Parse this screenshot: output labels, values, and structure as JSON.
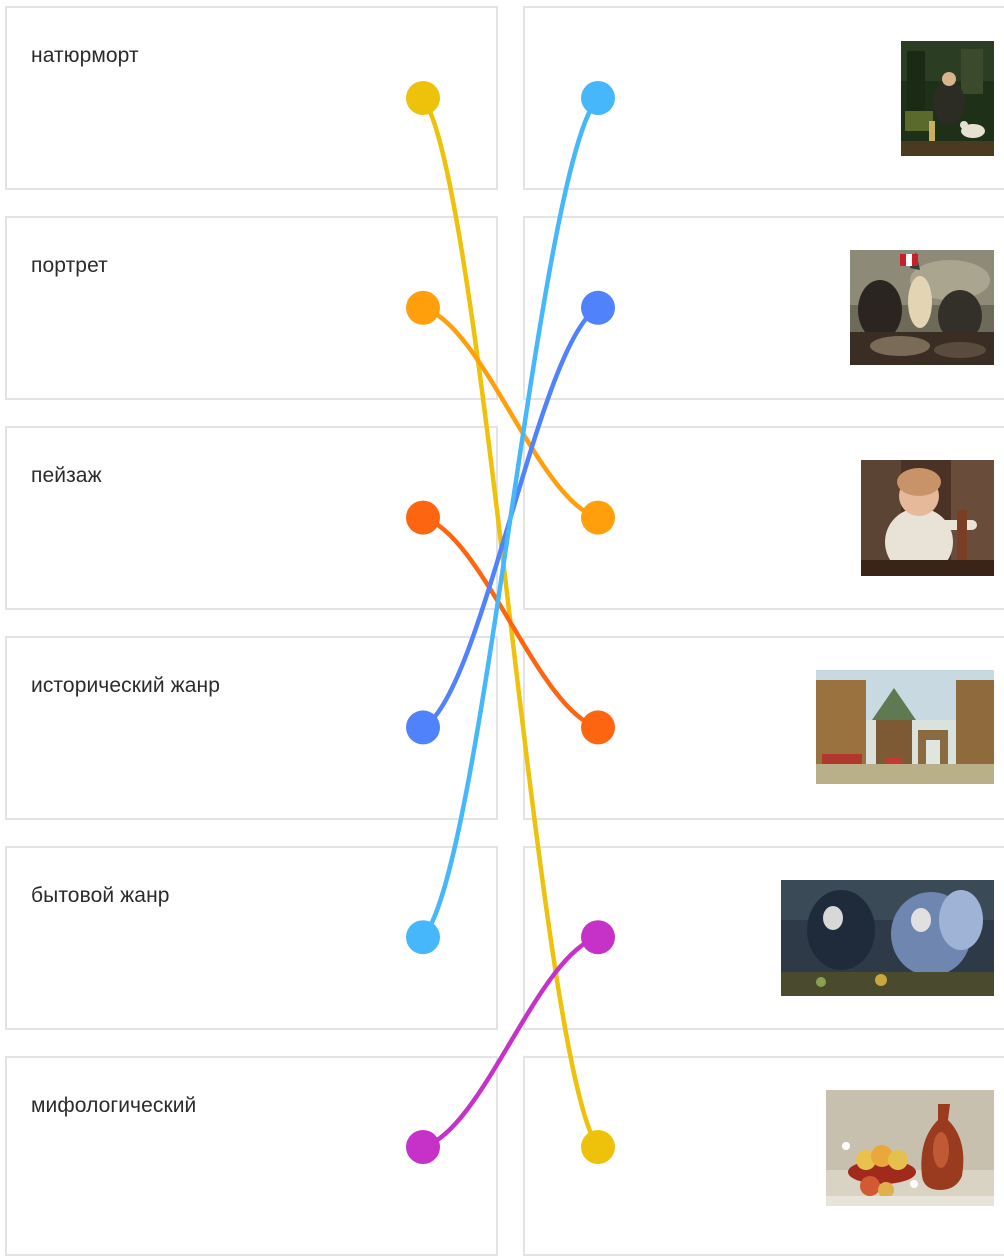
{
  "left_items": [
    {
      "label": "натюрморт"
    },
    {
      "label": "портрет"
    },
    {
      "label": "пейзаж"
    },
    {
      "label": "исторический жанр"
    },
    {
      "label": "бытовой жанр"
    },
    {
      "label": "мифологический"
    }
  ],
  "right_items": [
    {
      "image": "painting-interior-with-dog"
    },
    {
      "image": "painting-liberty-leading-the-people"
    },
    {
      "image": "painting-boy-portrait"
    },
    {
      "image": "painting-wooden-town-landscape"
    },
    {
      "image": "painting-mythological-birds"
    },
    {
      "image": "painting-still-life-fruit-and-jug"
    }
  ],
  "connections": [
    {
      "from": 0,
      "to": 5,
      "color": "#eec20a"
    },
    {
      "from": 1,
      "to": 2,
      "color": "#ff9f0c"
    },
    {
      "from": 2,
      "to": 3,
      "color": "#fe6510"
    },
    {
      "from": 3,
      "to": 1,
      "color": "#4f82fb"
    },
    {
      "from": 4,
      "to": 0,
      "color": "#46b7fb"
    },
    {
      "from": 5,
      "to": 4,
      "color": "#c632c7"
    }
  ]
}
